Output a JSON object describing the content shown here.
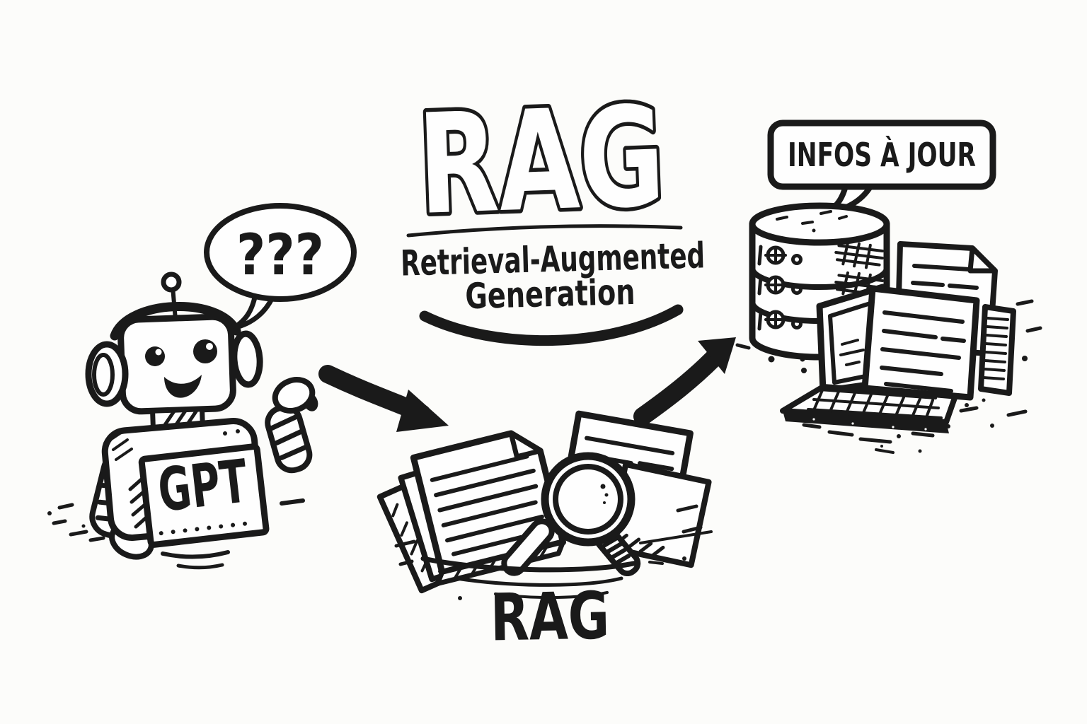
{
  "colors": {
    "ink": "#1a1a1a",
    "paper": "#fcfcfa",
    "shape_fill": "#fefefe"
  },
  "header": {
    "title": "RAG",
    "subtitle_line1": "Retrieval-Augmented",
    "subtitle_line2": "Generation"
  },
  "robot": {
    "chest_label": "GPT",
    "speech": "???"
  },
  "retrieval": {
    "label": "RAG"
  },
  "knowledge": {
    "speech": "INFOS À JOUR"
  },
  "icons": {
    "left": "robot-with-headphones",
    "center": "documents-with-magnifying-glass",
    "right": "database-documents-laptop",
    "connectors": "curved-arrows"
  }
}
